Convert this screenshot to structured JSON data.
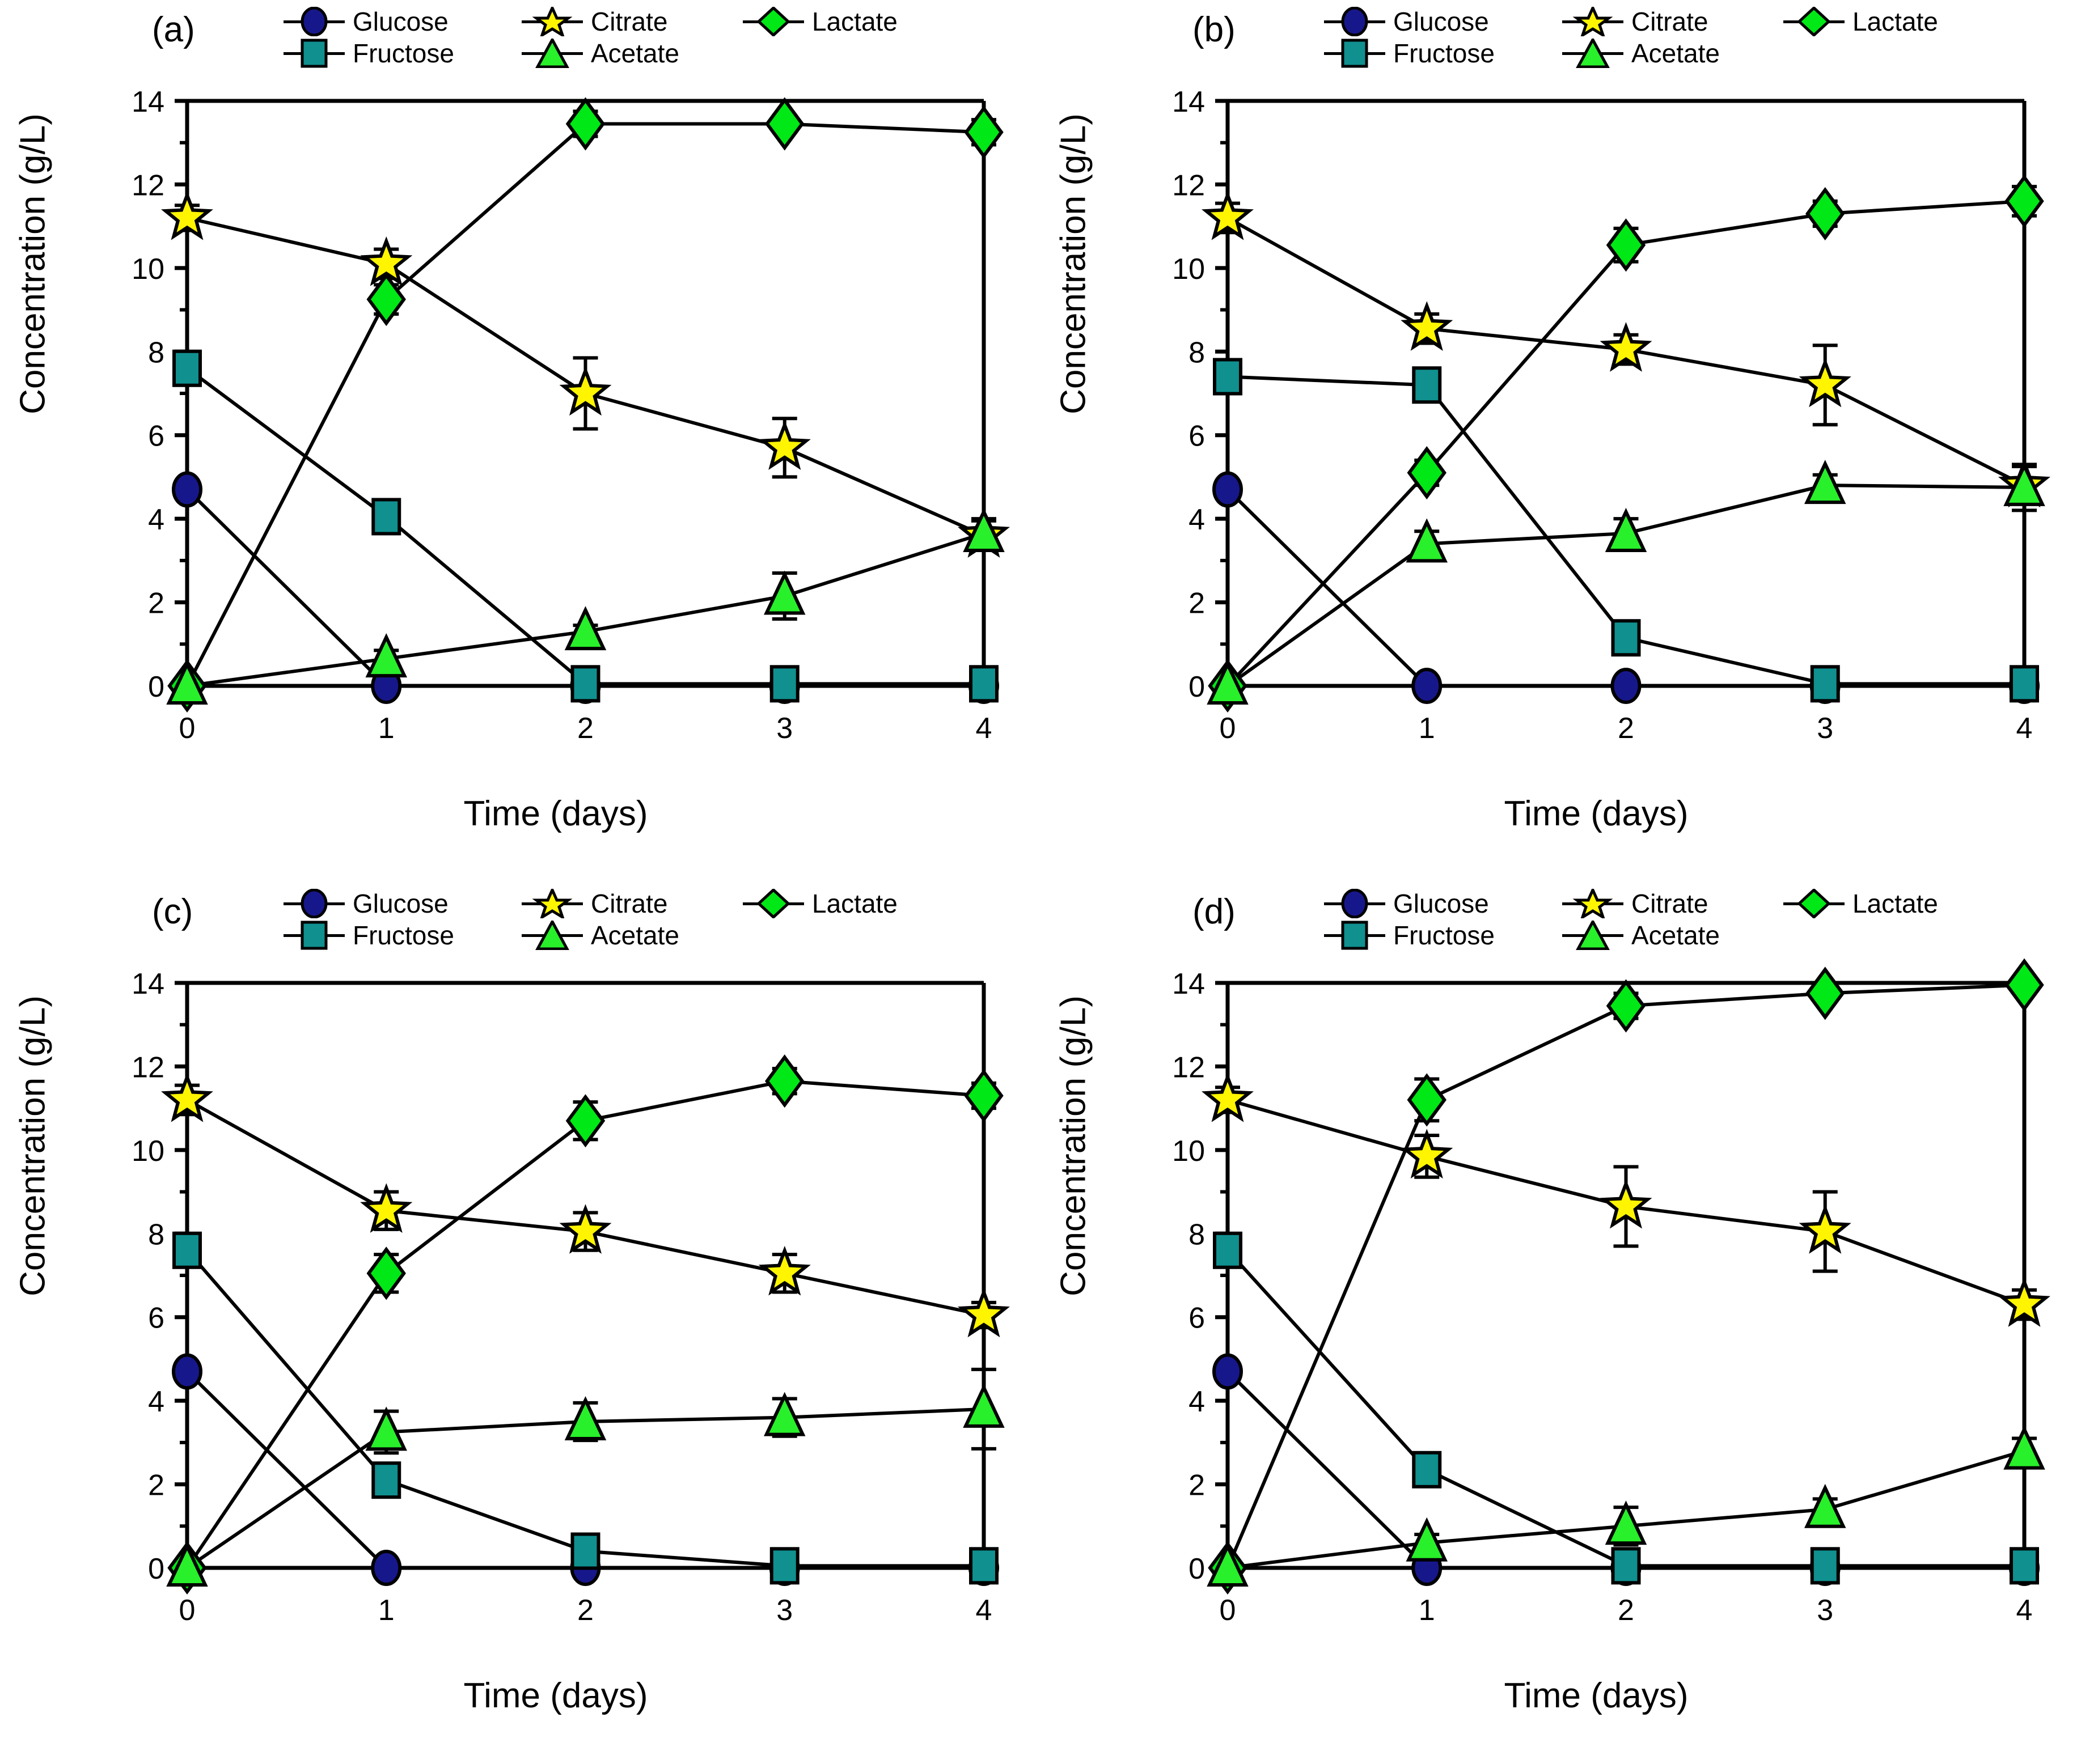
{
  "figure": {
    "axis_labels": {
      "x": "Time (days)",
      "y": "Concentration (g/L)"
    },
    "x_ticks": [
      "0",
      "1",
      "2",
      "3",
      "4"
    ],
    "y_ticks": [
      "0",
      "2",
      "4",
      "6",
      "8",
      "10",
      "12",
      "14"
    ],
    "panel_tags": {
      "a": "(a)",
      "b": "(b)",
      "c": "(c)",
      "d": "(d)"
    },
    "series_names": [
      "Glucose",
      "Fructose",
      "Citrate",
      "Lactate",
      "Acetate"
    ],
    "colors": {
      "glucose": "#17178c",
      "fructose": "#10908f",
      "citrate": "#fff500",
      "lactate": "#00e815",
      "acetate": "#28f02a",
      "line": "#000000",
      "background": "#ffffff"
    },
    "markers": {
      "glucose": "circle-icon",
      "fructose": "square-icon",
      "citrate": "star-icon",
      "lactate": "diamond-icon",
      "acetate": "triangle-icon"
    }
  },
  "chart_data": [
    {
      "type": "line",
      "title": "(a)",
      "xlabel": "Time (days)",
      "ylabel": "Concentration (g/L)",
      "x": [
        0,
        1,
        2,
        3,
        4
      ],
      "xlim": [
        0,
        4
      ],
      "ylim": [
        0,
        14
      ],
      "grid": false,
      "legend_position": "top",
      "series": [
        {
          "name": "Glucose",
          "values": [
            4.7,
            0.0,
            0.0,
            0.0,
            0.0
          ],
          "errors": [
            0.0,
            0.05,
            0.05,
            0.05,
            0.05
          ]
        },
        {
          "name": "Fructose",
          "values": [
            7.6,
            4.05,
            0.05,
            0.05,
            0.05
          ],
          "errors": [
            0.15,
            0.2,
            0.08,
            0.08,
            0.08
          ]
        },
        {
          "name": "Citrate",
          "values": [
            11.2,
            10.1,
            7.0,
            5.7,
            3.6
          ],
          "errors": [
            0.3,
            0.35,
            0.85,
            0.7,
            0.35
          ]
        },
        {
          "name": "Lactate",
          "values": [
            0.0,
            9.25,
            13.45,
            13.45,
            13.25
          ],
          "errors": [
            0.1,
            0.35,
            0.3,
            0.2,
            0.3
          ]
        },
        {
          "name": "Acetate",
          "values": [
            0.0,
            0.65,
            1.3,
            2.15,
            3.65
          ],
          "errors": [
            0.1,
            0.2,
            0.15,
            0.55,
            0.35
          ]
        }
      ]
    },
    {
      "type": "line",
      "title": "(b)",
      "xlabel": "Time (days)",
      "ylabel": "Concentration (g/L)",
      "x": [
        0,
        1,
        2,
        3,
        4
      ],
      "xlim": [
        0,
        4
      ],
      "ylim": [
        0,
        14
      ],
      "grid": false,
      "legend_position": "top",
      "series": [
        {
          "name": "Glucose",
          "values": [
            4.7,
            0.0,
            0.0,
            0.0,
            0.0
          ],
          "errors": [
            0.0,
            0.05,
            0.05,
            0.05,
            0.05
          ]
        },
        {
          "name": "Fructose",
          "values": [
            7.4,
            7.2,
            1.15,
            0.05,
            0.05
          ],
          "errors": [
            0.15,
            0.35,
            0.4,
            0.1,
            0.1
          ]
        },
        {
          "name": "Citrate",
          "values": [
            11.2,
            8.55,
            8.05,
            7.2,
            4.8
          ],
          "errors": [
            0.35,
            0.35,
            0.35,
            0.95,
            0.45
          ]
        },
        {
          "name": "Lactate",
          "values": [
            0.0,
            5.1,
            10.55,
            11.3,
            11.6
          ],
          "errors": [
            0.1,
            0.3,
            0.4,
            0.3,
            0.35
          ]
        },
        {
          "name": "Acetate",
          "values": [
            0.0,
            3.4,
            3.65,
            4.8,
            4.75
          ],
          "errors": [
            0.1,
            0.3,
            0.35,
            0.25,
            0.55
          ]
        }
      ]
    },
    {
      "type": "line",
      "title": "(c)",
      "xlabel": "Time (days)",
      "ylabel": "Concentration (g/L)",
      "x": [
        0,
        1,
        2,
        3,
        4
      ],
      "xlim": [
        0,
        4
      ],
      "ylim": [
        0,
        14
      ],
      "grid": false,
      "legend_position": "top",
      "series": [
        {
          "name": "Glucose",
          "values": [
            4.7,
            0.0,
            0.0,
            0.0,
            0.0
          ],
          "errors": [
            0.0,
            0.05,
            0.05,
            0.05,
            0.05
          ]
        },
        {
          "name": "Fructose",
          "values": [
            7.6,
            2.1,
            0.4,
            0.05,
            0.05
          ],
          "errors": [
            0.2,
            0.35,
            0.3,
            0.1,
            0.1
          ]
        },
        {
          "name": "Citrate",
          "values": [
            11.2,
            8.55,
            8.05,
            7.05,
            6.05
          ],
          "errors": [
            0.35,
            0.45,
            0.45,
            0.45,
            0.3
          ]
        },
        {
          "name": "Lactate",
          "values": [
            0.0,
            7.05,
            10.7,
            11.65,
            11.3
          ],
          "errors": [
            0.1,
            0.45,
            0.45,
            0.3,
            0.3
          ]
        },
        {
          "name": "Acetate",
          "values": [
            0.0,
            3.25,
            3.5,
            3.6,
            3.8
          ],
          "errors": [
            0.1,
            0.5,
            0.45,
            0.45,
            0.95
          ]
        }
      ]
    },
    {
      "type": "line",
      "title": "(d)",
      "xlabel": "Time (days)",
      "ylabel": "Concentration (g/L)",
      "x": [
        0,
        1,
        2,
        3,
        4
      ],
      "xlim": [
        0,
        4
      ],
      "ylim": [
        0,
        14
      ],
      "grid": false,
      "legend_position": "top",
      "series": [
        {
          "name": "Glucose",
          "values": [
            4.7,
            0.0,
            0.0,
            0.0,
            0.0
          ],
          "errors": [
            0.0,
            0.05,
            0.05,
            0.05,
            0.05
          ]
        },
        {
          "name": "Fructose",
          "values": [
            7.6,
            2.35,
            0.05,
            0.05,
            0.05
          ],
          "errors": [
            0.2,
            0.2,
            0.1,
            0.1,
            0.1
          ]
        },
        {
          "name": "Citrate",
          "values": [
            11.2,
            9.85,
            8.65,
            8.05,
            6.3
          ],
          "errors": [
            0.3,
            0.5,
            0.95,
            0.95,
            0.35
          ]
        },
        {
          "name": "Lactate",
          "values": [
            0.0,
            11.2,
            13.45,
            13.75,
            13.95
          ],
          "errors": [
            0.1,
            0.5,
            0.3,
            0.15,
            0.1
          ]
        },
        {
          "name": "Acetate",
          "values": [
            0.0,
            0.6,
            1.0,
            1.4,
            2.8
          ],
          "errors": [
            0.1,
            0.2,
            0.45,
            0.25,
            0.3
          ]
        }
      ]
    }
  ]
}
